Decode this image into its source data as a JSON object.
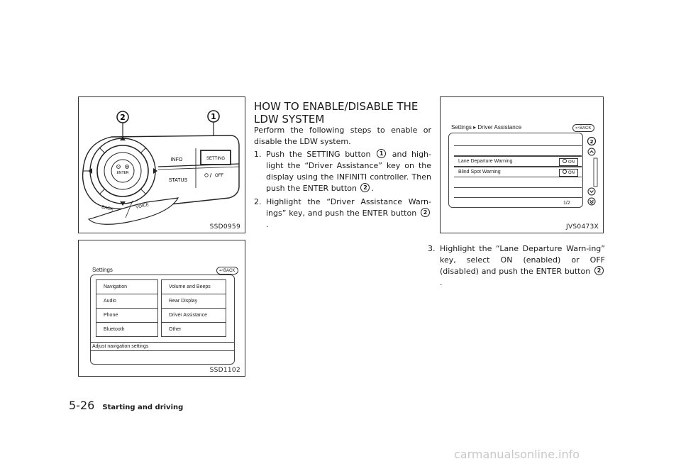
{
  "figures": {
    "controller": {
      "caption": "SSD0959",
      "callout_1": "1",
      "callout_2": "2",
      "info_label": "INFO",
      "setting_label": "SETTING",
      "status_label": "STATUS",
      "off_label": "OFF",
      "enter_label": "ENTER",
      "back_label": "BACK",
      "voice_label": "VOICE"
    },
    "settings_screen": {
      "caption": "SSD1102",
      "title": "Settings",
      "back_label": "BACK",
      "left_keys": [
        "Navigation",
        "Audio",
        "Phone",
        "Bluetooth"
      ],
      "right_keys": [
        "Volume and Beeps",
        "Rear Display",
        "Driver Assistance",
        "Other"
      ],
      "footer": "Adjust navigation settings"
    },
    "driver_assist_screen": {
      "caption": "JVS0473X",
      "breadcrumb_root": "Settings",
      "breadcrumb_separator": "▸",
      "breadcrumb_current": "Driver Assistance",
      "back_label": "BACK",
      "items": [
        {
          "label": "Lane Departure Warning",
          "state": "ON"
        },
        {
          "label": "Blind Spot Warning",
          "state": "ON"
        }
      ],
      "page_indicator": "1/2",
      "callout": "2"
    }
  },
  "section": {
    "heading": "HOW TO ENABLE/DISABLE THE LDW SYSTEM",
    "intro": "Perform the following steps to enable or disable the LDW system.",
    "step1": {
      "num": "1.",
      "text_a": "Push the SETTING button",
      "badge_a": "1",
      "text_b": "and high-light the “Driver Assistance” key on the display using the INFINITI controller. Then push the ENTER button",
      "badge_b": "2",
      "text_c": "."
    },
    "step2": {
      "num": "2.",
      "text_a": "Highlight the “Driver Assistance Warn-ings” key, and push the ENTER button",
      "badge": "2",
      "text_b": "."
    },
    "step3": {
      "num": "3.",
      "text_a": "Highlight the “Lane Departure Warn-ing” key, select ON (enabled) or OFF (disabled) and push the ENTER button",
      "badge": "2",
      "text_b": "."
    }
  },
  "footer": {
    "page_number": "5-26",
    "section_title": "Starting and driving"
  },
  "watermark": "carmanualsonline.info"
}
